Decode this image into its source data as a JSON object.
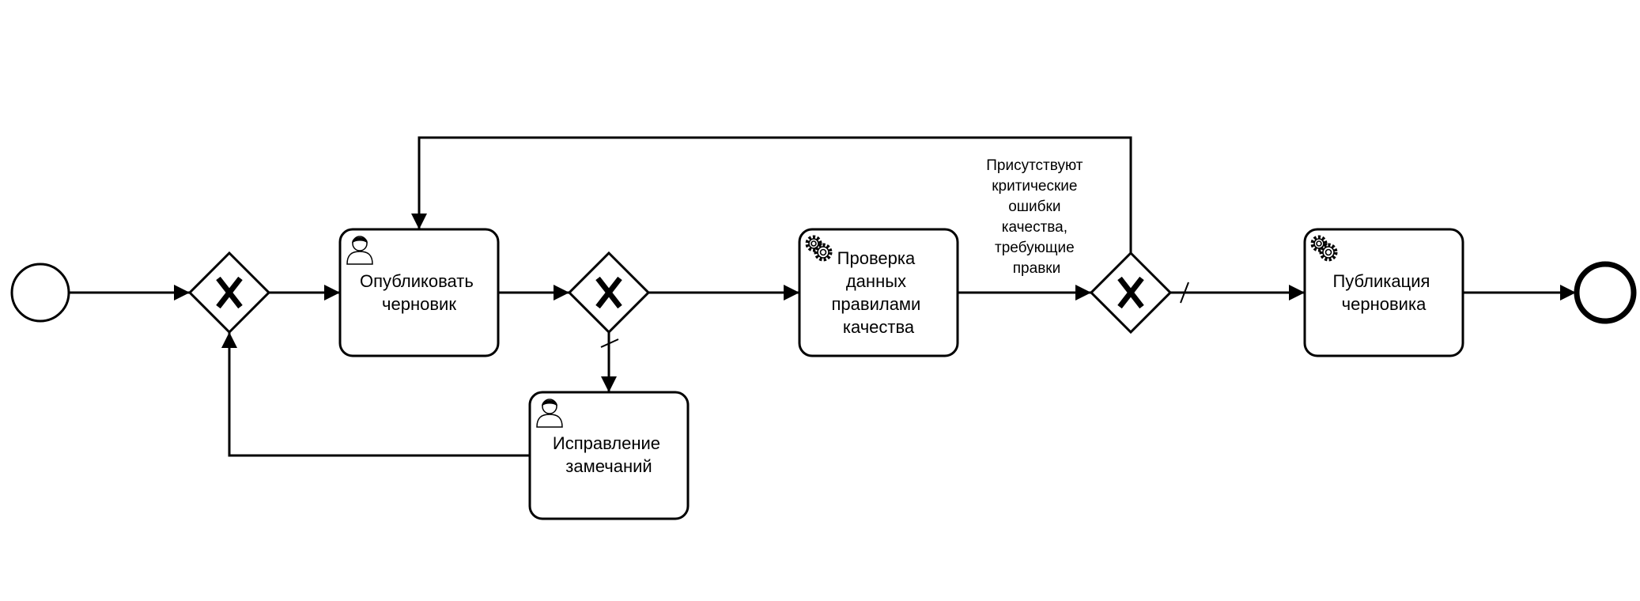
{
  "diagram": {
    "type": "bpmn-process",
    "stroke_color": "#000000",
    "background": "#ffffff",
    "start_event": {
      "kind": "start-event"
    },
    "end_event": {
      "kind": "end-event"
    },
    "gateways": [
      {
        "id": "g1",
        "kind": "exclusive-gateway",
        "marker": "X"
      },
      {
        "id": "g2",
        "kind": "exclusive-gateway",
        "marker": "X"
      },
      {
        "id": "g3",
        "kind": "exclusive-gateway",
        "marker": "X"
      }
    ],
    "tasks": {
      "publish_draft": {
        "kind": "user-task",
        "icon": "user-icon",
        "lines": [
          "Опубликовать",
          "черновик"
        ]
      },
      "fix_remarks": {
        "kind": "user-task",
        "icon": "user-icon",
        "lines": [
          "Исправление",
          "замечаний"
        ]
      },
      "quality_check": {
        "kind": "service-task",
        "icon": "gear-icon",
        "lines": [
          "Проверка",
          "данных",
          "правилами",
          "качества"
        ]
      },
      "publish_final": {
        "kind": "service-task",
        "icon": "gear-icon",
        "lines": [
          "Публикация",
          "черновика"
        ]
      }
    },
    "condition_label": {
      "lines": [
        "Присутствуют",
        "критические",
        "ошибки",
        "качества,",
        "требующие",
        "правки"
      ]
    },
    "flows": [
      {
        "from": "start",
        "to": "g1"
      },
      {
        "from": "g1",
        "to": "publish_draft"
      },
      {
        "from": "publish_draft",
        "to": "g2"
      },
      {
        "from": "g2",
        "to": "quality_check"
      },
      {
        "from": "g2",
        "to": "fix_remarks",
        "default": true
      },
      {
        "from": "fix_remarks",
        "to": "g1"
      },
      {
        "from": "quality_check",
        "to": "g3"
      },
      {
        "from": "g3",
        "to": "publish_draft",
        "condition": "condition_label"
      },
      {
        "from": "g3",
        "to": "publish_final",
        "default": true
      },
      {
        "from": "publish_final",
        "to": "end"
      }
    ]
  }
}
